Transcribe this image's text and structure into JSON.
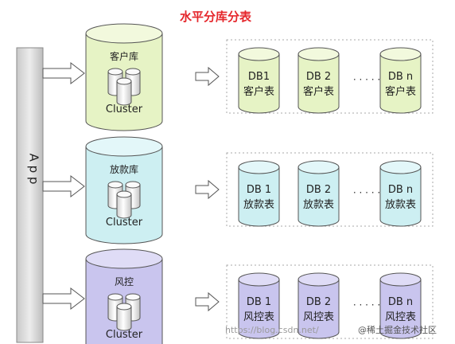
{
  "title": "水平分库分表",
  "app_label": "A p p",
  "cluster_label": "Cluster",
  "ellipsis": "· · · · ·",
  "rows": [
    {
      "db_name": "客户库",
      "color_fill": "#e6f3c5",
      "color_top": "#f2f9dd",
      "nodes": [
        {
          "line1": "DB1",
          "line2": "客户表"
        },
        {
          "line1": "DB 2",
          "line2": "客户表"
        },
        {
          "line1": "DB n",
          "line2": "客户表"
        }
      ]
    },
    {
      "db_name": "放款库",
      "color_fill": "#cdeff2",
      "color_top": "#e3f7f9",
      "nodes": [
        {
          "line1": "DB 1",
          "line2": "放款表"
        },
        {
          "line1": "DB 2",
          "line2": "放款表"
        },
        {
          "line1": "DB n",
          "line2": "放款表"
        }
      ]
    },
    {
      "db_name": "风控",
      "color_fill": "#c9c5ee",
      "color_top": "#dfdcf6",
      "nodes": [
        {
          "line1": "DB 1",
          "line2": "风控表"
        },
        {
          "line1": "DB 2",
          "line2": "风控表"
        },
        {
          "line1": "DB n",
          "line2": "风控表"
        }
      ]
    }
  ],
  "watermark_url": "https://blog.csdn.net/",
  "watermark_brand": "@稀土掘金技术社区"
}
